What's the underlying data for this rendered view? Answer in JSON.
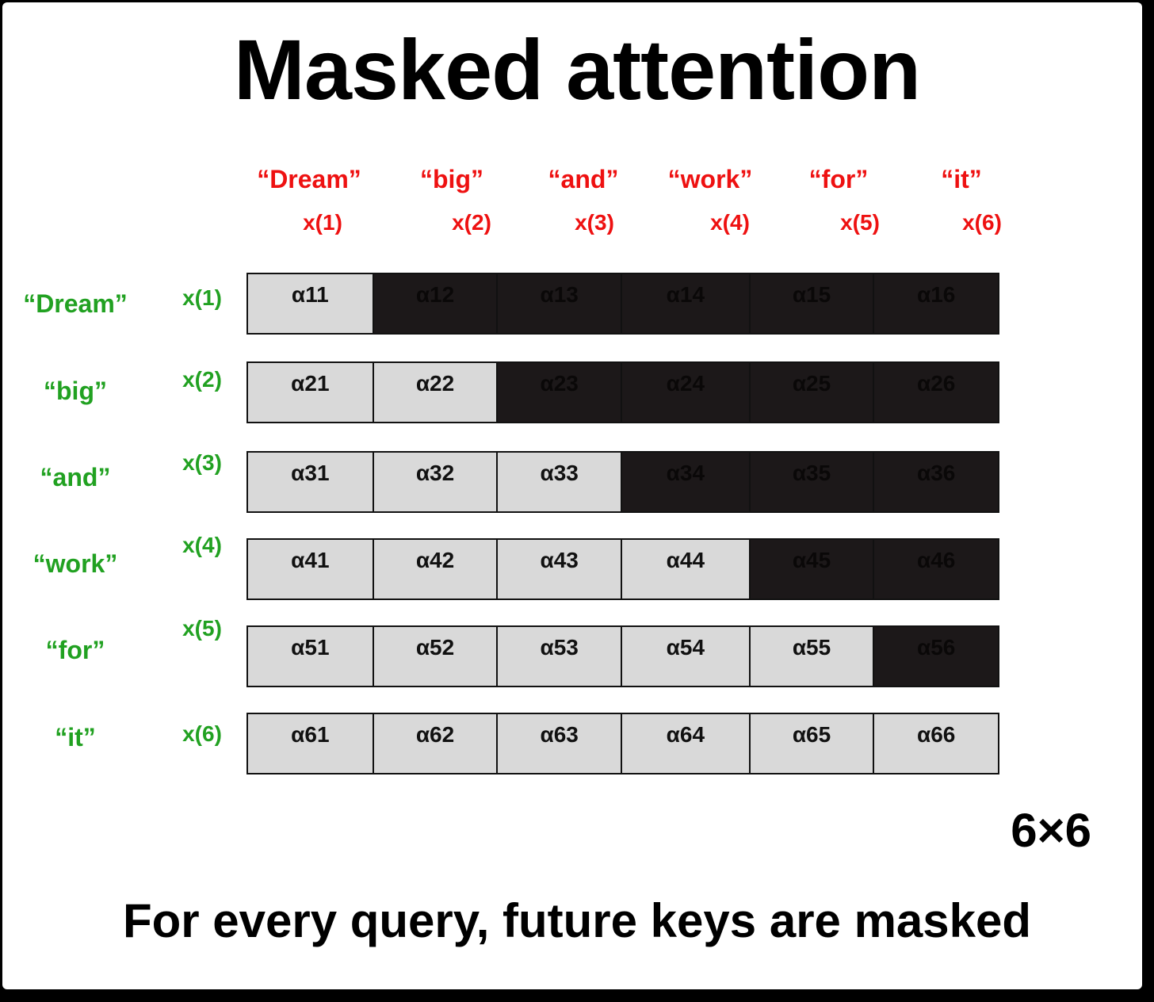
{
  "title": "Masked attention",
  "columns": [
    {
      "word": "“Dream”",
      "x": "x(1)"
    },
    {
      "word": "“big”",
      "x": "x(2)"
    },
    {
      "word": "“and”",
      "x": "x(3)"
    },
    {
      "word": "“work”",
      "x": "x(4)"
    },
    {
      "word": "“for”",
      "x": "x(5)"
    },
    {
      "word": "“it”",
      "x": "x(6)"
    }
  ],
  "rows": [
    {
      "word": "“Dream”",
      "x": "x(1)",
      "cells": [
        "α11",
        "α12",
        "α13",
        "α14",
        "α15",
        "α16"
      ],
      "visible_count": 1
    },
    {
      "word": "“big”",
      "x": "x(2)",
      "cells": [
        "α21",
        "α22",
        "α23",
        "α24",
        "α25",
        "α26"
      ],
      "visible_count": 2
    },
    {
      "word": "“and”",
      "x": "x(3)",
      "cells": [
        "α31",
        "α32",
        "α33",
        "α34",
        "α35",
        "α36"
      ],
      "visible_count": 3
    },
    {
      "word": "“work”",
      "x": "x(4)",
      "cells": [
        "α41",
        "α42",
        "α43",
        "α44",
        "α45",
        "α46"
      ],
      "visible_count": 4
    },
    {
      "word": "“for”",
      "x": "x(5)",
      "cells": [
        "α51",
        "α52",
        "α53",
        "α54",
        "α55",
        "α56"
      ],
      "visible_count": 5
    },
    {
      "word": "“it”",
      "x": "x(6)",
      "cells": [
        "α61",
        "α62",
        "α63",
        "α64",
        "α65",
        "α66"
      ],
      "visible_count": 6
    }
  ],
  "dimensions": "6×6",
  "caption": "For every query, future keys are masked",
  "colors": {
    "key_labels": "#ee1111",
    "query_labels": "#21a121",
    "unmasked_cell": "#d9d9d9",
    "masked_cell": "#1c1819"
  }
}
